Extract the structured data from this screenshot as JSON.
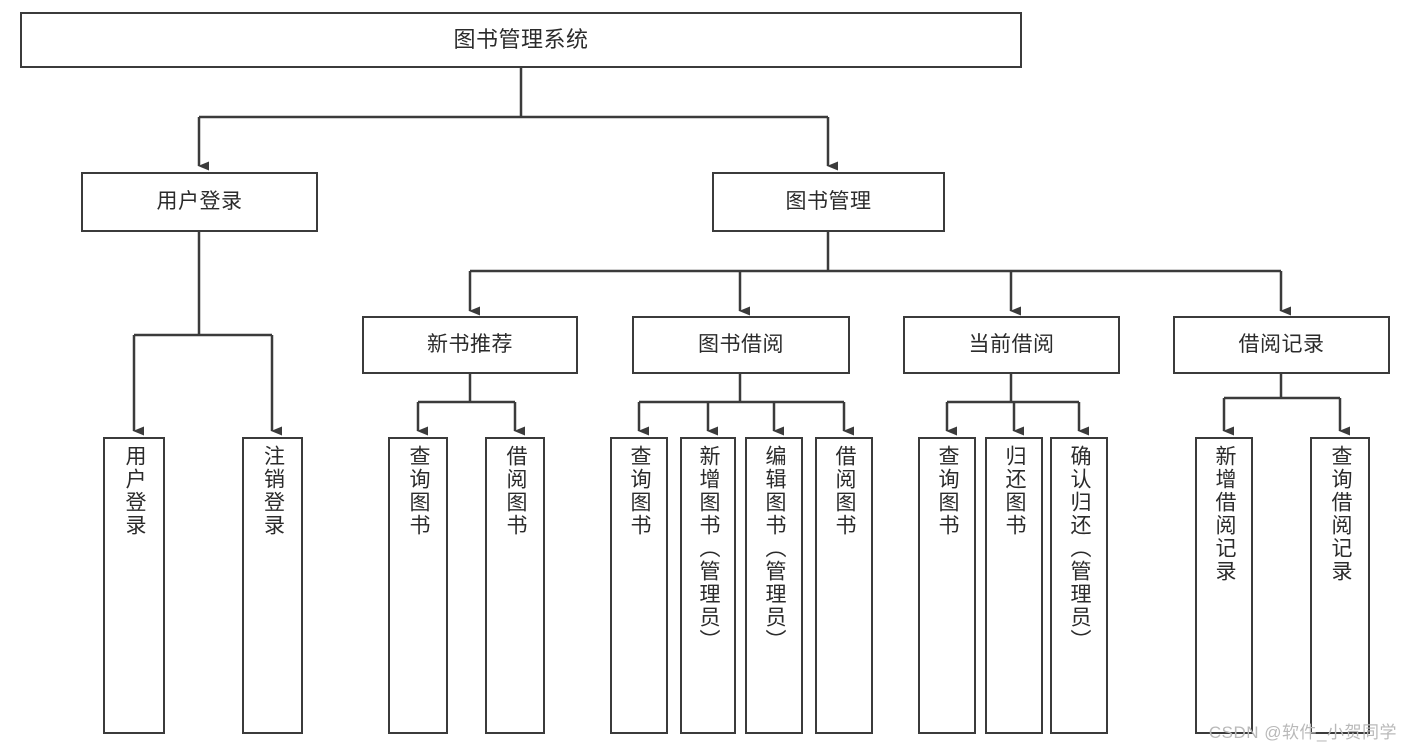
{
  "diagram": {
    "type": "tree",
    "title": "图书管理系统",
    "watermark": "CSDN @软件_小贺同学",
    "colors": {
      "box_border": "#3b3b3b",
      "box_fill": "#ffffff",
      "connector": "#3b3b3b",
      "text": "#2b2b2b",
      "watermark": "#b9b9b9"
    },
    "nodes": {
      "root": {
        "label": "图书管理系统"
      },
      "level2": [
        {
          "label": "用户登录"
        },
        {
          "label": "图书管理"
        }
      ],
      "level3": [
        {
          "label": "新书推荐"
        },
        {
          "label": "图书借阅"
        },
        {
          "label": "当前借阅"
        },
        {
          "label": "借阅记录"
        }
      ],
      "leaves": {
        "user_login": [
          {
            "label": "用户登录"
          },
          {
            "label": "注销登录"
          }
        ],
        "new_book_recommend": [
          {
            "label": "查询图书"
          },
          {
            "label": "借阅图书"
          }
        ],
        "book_borrow": [
          {
            "label": "查询图书"
          },
          {
            "label": "新增图书（管理员）"
          },
          {
            "label": "编辑图书（管理员）"
          },
          {
            "label": "借阅图书"
          }
        ],
        "current_borrow": [
          {
            "label": "查询图书"
          },
          {
            "label": "归还图书"
          },
          {
            "label": "确认归还（管理员）"
          }
        ],
        "borrow_record": [
          {
            "label": "新增借阅记录"
          },
          {
            "label": "查询借阅记录"
          }
        ]
      }
    }
  }
}
